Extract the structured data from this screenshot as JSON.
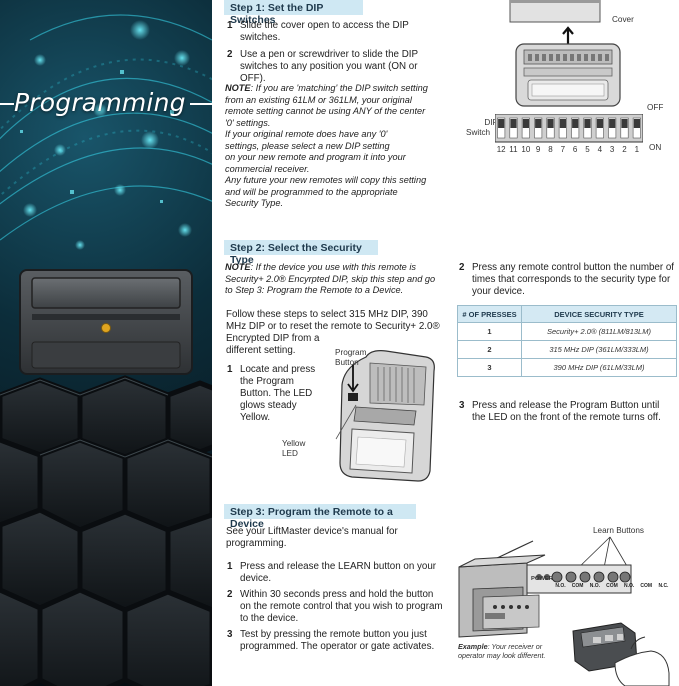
{
  "banner": {
    "title": "Programming"
  },
  "step1": {
    "header": "Step 1: Set the DIP Switches",
    "items": [
      {
        "num": "1",
        "text": "Slide the cover open to access the DIP switches."
      },
      {
        "num": "2",
        "text": "Use a pen or screwdriver to slide the DIP switches to any position you want (ON or OFF)."
      }
    ],
    "note_label": "NOTE",
    "note_lines": [
      ": If you are 'matching' the DIP switch setting",
      "from an existing 61LM or 361LM, your original",
      "remote setting cannot be using ANY of the center",
      "'0' settings.",
      "If your original remote does have any '0'",
      "settings, please  select a new DIP setting",
      "on your new remote and  program it into your",
      "commercial receiver.",
      "Any future your new remotes will copy this setting",
      "and  will be programmed to the appropriate",
      "Security Type."
    ],
    "figure": {
      "cover_label": "Cover",
      "off_label": "OFF",
      "on_label": "ON",
      "dip_label_1": "DIP",
      "dip_label_2": "Switch",
      "switch_numbers": [
        "12",
        "11",
        "10",
        "9",
        "8",
        "7",
        "6",
        "5",
        "4",
        "3",
        "2",
        "1"
      ]
    }
  },
  "step2": {
    "header": "Step 2: Select the Security Type",
    "note_label": "NOTE",
    "note_lines": [
      ": If the device you use with this remote is",
      "Security+ 2.0® Encyrpted DIP, skip this step and go",
      "to Step 3: Program the Remote to a Device."
    ],
    "intro_lines": [
      "Follow these steps to select 315 MHz DIP, 390",
      "MHz DIP or to reset the remote to Security+ 2.0®",
      "Encrypted DIP from a",
      "different setting."
    ],
    "item1_num": "1",
    "item1_lines": [
      "Locate and press",
      "the Program",
      "Button. The LED",
      "glows steady",
      "Yellow."
    ],
    "program_label_1": "Program",
    "program_label_2": "Button",
    "led_label_1": "Yellow",
    "led_label_2": "LED",
    "item2_num": "2",
    "item2_text": "Press any remote control button the number of times that corresponds to the security type for your device.",
    "table": {
      "headers": [
        "# OF PRESSES",
        "DEVICE SECURITY TYPE"
      ],
      "rows": [
        {
          "presses": "1",
          "type": "Security+ 2.0® (811LM/813LM)"
        },
        {
          "presses": "2",
          "type": "315 MHz DIP (361LM/333LM)"
        },
        {
          "presses": "3",
          "type": "390 MHz DIP (61LM/33LM)"
        }
      ]
    },
    "item3_num": "3",
    "item3_text": "Press and release the Program Button until the LED on the front of the remote turns off."
  },
  "step3": {
    "header": "Step 3: Program the Remote to a Device",
    "intro": "See your LiftMaster device's manual for programming.",
    "items": [
      {
        "num": "1",
        "text": "Press and release the LEARN button on your device."
      },
      {
        "num": "2",
        "text": "Within 30 seconds press and hold the button on the remote control that you wish to program to the device."
      },
      {
        "num": "3",
        "text": "Test by pressing the remote button you just programmed. The operator or gate activates."
      }
    ],
    "learn_label": "Learn Buttons",
    "power_label": "POWER",
    "terminal_labels": [
      "N.O.",
      "COM",
      "N.O.",
      "COM",
      "N.O.",
      "COM",
      "N.C."
    ],
    "example_label": "Example",
    "example_text": ": Your receiver or operator may look different."
  }
}
